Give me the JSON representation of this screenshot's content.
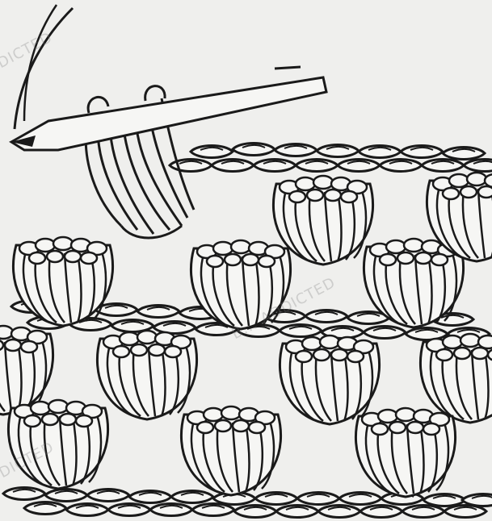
{
  "illustration": {
    "subject": "crochet-puff-stitch-with-hook",
    "colors": {
      "background": "#efefed",
      "ink": "#1a1a1a",
      "fill": "#f6f6f4"
    }
  },
  "watermarks": [
    "DICTED",
    "B... ADDICTED",
    "DICTED"
  ]
}
